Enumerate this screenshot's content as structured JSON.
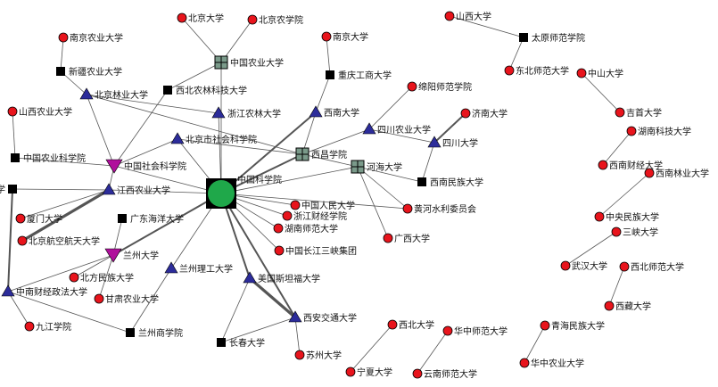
{
  "colors": {
    "circle": "#e8141c",
    "square": "#000000",
    "grid_square": "#7a9a8a",
    "triangle_blue": "#2c2c9a",
    "triangle_magenta": "#b0109c",
    "hub": "#1fa84a",
    "edge": "#555555"
  },
  "nodes": [
    {
      "id": "hub",
      "label": "中国科学院",
      "shape": "hub"
    },
    {
      "id": "bjdx",
      "label": "北京大学",
      "shape": "circle"
    },
    {
      "id": "bjnxy",
      "label": "北京农学院",
      "shape": "circle"
    },
    {
      "id": "zgny",
      "label": "中国农业大学",
      "shape": "grid"
    },
    {
      "id": "njnd",
      "label": "南京农业大学",
      "shape": "circle"
    },
    {
      "id": "xjnd",
      "label": "新疆农业大学",
      "shape": "square"
    },
    {
      "id": "bjly",
      "label": "北京林业大学",
      "shape": "tri_blue"
    },
    {
      "id": "xbnl",
      "label": "西北农林科技大学",
      "shape": "square"
    },
    {
      "id": "njdx",
      "label": "南京大学",
      "shape": "circle"
    },
    {
      "id": "cqgs",
      "label": "重庆工商大学",
      "shape": "square"
    },
    {
      "id": "sxdx",
      "label": "山西大学",
      "shape": "circle"
    },
    {
      "id": "tyss",
      "label": "太原师范学院",
      "shape": "square"
    },
    {
      "id": "dbss",
      "label": "东北师范大学",
      "shape": "circle"
    },
    {
      "id": "zsdx",
      "label": "中山大学",
      "shape": "circle"
    },
    {
      "id": "jsdx",
      "label": "吉首大学",
      "shape": "circle"
    },
    {
      "id": "sxnd",
      "label": "山西农业大学",
      "shape": "circle"
    },
    {
      "id": "zjnl",
      "label": "浙江农林大学",
      "shape": "tri_blue"
    },
    {
      "id": "xndx",
      "label": "西南大学",
      "shape": "tri_blue"
    },
    {
      "id": "myss",
      "label": "绵阳师范学院",
      "shape": "circle"
    },
    {
      "id": "scnd",
      "label": "四川农业大学",
      "shape": "tri_blue"
    },
    {
      "id": "jndx",
      "label": "济南大学",
      "shape": "circle"
    },
    {
      "id": "scdx",
      "label": "四川大学",
      "shape": "tri_blue"
    },
    {
      "id": "hnkj",
      "label": "湖南科技大学",
      "shape": "circle"
    },
    {
      "id": "bjskxy",
      "label": "北京市社会科学院",
      "shape": "tri_blue"
    },
    {
      "id": "xcxy",
      "label": "西昌学院",
      "shape": "grid"
    },
    {
      "id": "zgnky",
      "label": "中国农业科学院",
      "shape": "square"
    },
    {
      "id": "zgsky",
      "label": "中国社会科学院",
      "shape": "tri_magenta"
    },
    {
      "id": "hhdx",
      "label": "河海大学",
      "shape": "grid"
    },
    {
      "id": "xnmz",
      "label": "西南民族大学",
      "shape": "square"
    },
    {
      "id": "xncj",
      "label": "西南财经大学",
      "shape": "circle"
    },
    {
      "id": "xnly",
      "label": "西南林业大学",
      "shape": "circle"
    },
    {
      "id": "nmgcj",
      "label": "内蒙古财经大学",
      "shape": "square"
    },
    {
      "id": "jxnd",
      "label": "江西农业大学",
      "shape": "tri_blue"
    },
    {
      "id": "xmdx",
      "label": "厦门大学",
      "shape": "circle"
    },
    {
      "id": "gdhy",
      "label": "广东海洋大学",
      "shape": "square"
    },
    {
      "id": "zgrm",
      "label": "中国人民大学",
      "shape": "circle"
    },
    {
      "id": "zjcj",
      "label": "浙江财经学院",
      "shape": "circle"
    },
    {
      "id": "hnss",
      "label": "湖南师范大学",
      "shape": "circle"
    },
    {
      "id": "hhslw",
      "label": "黄河水利委员会",
      "shape": "circle"
    },
    {
      "id": "zymz",
      "label": "中央民族大学",
      "shape": "circle"
    },
    {
      "id": "sxdx3",
      "label": "三峡大学",
      "shape": "circle"
    },
    {
      "id": "bjhk",
      "label": "北京航空航天大学",
      "shape": "circle"
    },
    {
      "id": "lzdx",
      "label": "兰州大学",
      "shape": "tri_magenta"
    },
    {
      "id": "zgcj",
      "label": "中国长江三峡集团",
      "shape": "circle"
    },
    {
      "id": "gxdx",
      "label": "广西大学",
      "shape": "circle"
    },
    {
      "id": "whdx",
      "label": "武汉大学",
      "shape": "circle"
    },
    {
      "id": "xbss",
      "label": "西北师范大学",
      "shape": "circle"
    },
    {
      "id": "lzlg",
      "label": "兰州理工大学",
      "shape": "tri_blue"
    },
    {
      "id": "mgstf",
      "label": "美国斯坦福大学",
      "shape": "tri_blue"
    },
    {
      "id": "bfmz",
      "label": "北方民族大学",
      "shape": "circle"
    },
    {
      "id": "znzf",
      "label": "中南财经政法大学",
      "shape": "tri_blue"
    },
    {
      "id": "gsnd",
      "label": "甘肃农业大学",
      "shape": "circle"
    },
    {
      "id": "xzdx",
      "label": "西藏大学",
      "shape": "circle"
    },
    {
      "id": "xajt",
      "label": "西安交通大学",
      "shape": "tri_blue"
    },
    {
      "id": "xbdx",
      "label": "西北大学",
      "shape": "circle"
    },
    {
      "id": "hzss",
      "label": "华中师范大学",
      "shape": "circle"
    },
    {
      "id": "qhmz",
      "label": "青海民族大学",
      "shape": "circle"
    },
    {
      "id": "jjxy",
      "label": "九江学院",
      "shape": "circle"
    },
    {
      "id": "lzsx",
      "label": "兰州商学院",
      "shape": "square"
    },
    {
      "id": "ccdx",
      "label": "长春大学",
      "shape": "square"
    },
    {
      "id": "szdx",
      "label": "苏州大学",
      "shape": "circle"
    },
    {
      "id": "nxdx",
      "label": "宁夏大学",
      "shape": "circle"
    },
    {
      "id": "ynss",
      "label": "云南师范大学",
      "shape": "circle"
    },
    {
      "id": "hznd",
      "label": "华中农业大学",
      "shape": "circle"
    }
  ],
  "edges": [
    [
      "zgny",
      "bjdx",
      1
    ],
    [
      "zgny",
      "bjnxy",
      1
    ],
    [
      "zgny",
      "xbnl",
      1
    ],
    [
      "zgny",
      "hub",
      1
    ],
    [
      "njnd",
      "xjnd",
      1
    ],
    [
      "xjnd",
      "bjly",
      1
    ],
    [
      "njdx",
      "cqgs",
      1
    ],
    [
      "cqgs",
      "xndx",
      1
    ],
    [
      "sxdx",
      "tyss",
      1
    ],
    [
      "tyss",
      "dbss",
      1
    ],
    [
      "zsdx",
      "jsdx",
      1
    ],
    [
      "sxnd",
      "zgnky",
      1
    ],
    [
      "zgnky",
      "zgsky",
      1
    ],
    [
      "bjly",
      "zgsky",
      1
    ],
    [
      "bjly",
      "zjnl",
      1
    ],
    [
      "bjly",
      "xcxy",
      1
    ],
    [
      "xbnl",
      "zgsky",
      1
    ],
    [
      "zgsky",
      "hub",
      1
    ],
    [
      "zgsky",
      "bjskxy",
      1
    ],
    [
      "zgsky",
      "jxnd",
      1
    ],
    [
      "zjnl",
      "hub",
      1
    ],
    [
      "bjskxy",
      "hub",
      1
    ],
    [
      "bjskxy",
      "xcxy",
      1
    ],
    [
      "xndx",
      "hub",
      2
    ],
    [
      "xndx",
      "xcxy",
      1
    ],
    [
      "myss",
      "scnd",
      1
    ],
    [
      "scnd",
      "xcxy",
      1
    ],
    [
      "scnd",
      "scdx",
      1
    ],
    [
      "jndx",
      "scdx",
      2
    ],
    [
      "scdx",
      "xnmz",
      1
    ],
    [
      "xcxy",
      "hub",
      2
    ],
    [
      "xcxy",
      "hhdx",
      1
    ],
    [
      "hhdx",
      "hub",
      1
    ],
    [
      "hhdx",
      "xnmz",
      1
    ],
    [
      "hhdx",
      "hhslw",
      1
    ],
    [
      "hhdx",
      "gxdx",
      1
    ],
    [
      "hnkj",
      "xncj",
      1
    ],
    [
      "xnly",
      "zymz",
      1
    ],
    [
      "nmgcj",
      "jxnd",
      1
    ],
    [
      "nmgcj",
      "znzf",
      2
    ],
    [
      "jxnd",
      "hub",
      1
    ],
    [
      "jxnd",
      "xmdx",
      1
    ],
    [
      "jxnd",
      "bjhk",
      3
    ],
    [
      "gdhy",
      "lzdx",
      1
    ],
    [
      "hub",
      "zgrm",
      1
    ],
    [
      "hub",
      "zjcj",
      1
    ],
    [
      "hub",
      "hnss",
      1
    ],
    [
      "hub",
      "zgcj",
      1
    ],
    [
      "hub",
      "hhslw",
      1
    ],
    [
      "hub",
      "mgstf",
      2
    ],
    [
      "hub",
      "xajt",
      2
    ],
    [
      "hub",
      "lzlg",
      1
    ],
    [
      "hub",
      "lzdx",
      2
    ],
    [
      "sxdx3",
      "whdx",
      1
    ],
    [
      "lzdx",
      "bfmz",
      1
    ],
    [
      "lzdx",
      "gsnd",
      1
    ],
    [
      "lzdx",
      "znzf",
      1
    ],
    [
      "lzlg",
      "lzsx",
      1
    ],
    [
      "xbss",
      "xzdx",
      1
    ],
    [
      "mgstf",
      "xajt",
      3
    ],
    [
      "mgstf",
      "ccdx",
      1
    ],
    [
      "znzf",
      "jjxy",
      1
    ],
    [
      "znzf",
      "lzsx",
      1
    ],
    [
      "xajt",
      "ccdx",
      1
    ],
    [
      "xajt",
      "szdx",
      1
    ],
    [
      "xbdx",
      "nxdx",
      1
    ],
    [
      "hzss",
      "ynss",
      1
    ],
    [
      "qhmz",
      "hznd",
      1
    ]
  ]
}
